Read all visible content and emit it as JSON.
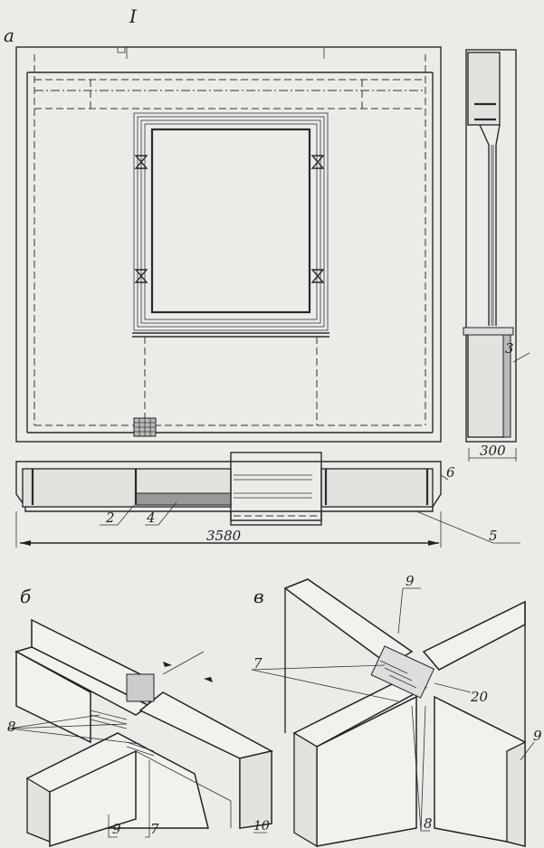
{
  "figure": {
    "number": "I",
    "panels": {
      "a": "а",
      "b": "б",
      "v": "в"
    },
    "elevation_labels": {
      "section_label": "3",
      "thickness": "300"
    },
    "plan_labels": {
      "item6": "6",
      "item2": "2",
      "item4": "4",
      "item5": "5",
      "length": "3580"
    },
    "detail_b_labels": {
      "item8": "8",
      "item9": "9",
      "item7": "7",
      "item10": "10"
    },
    "detail_v_labels": {
      "item9_top": "9",
      "item7": "7",
      "gap": "20",
      "item8": "8",
      "item9_right": "9"
    }
  }
}
